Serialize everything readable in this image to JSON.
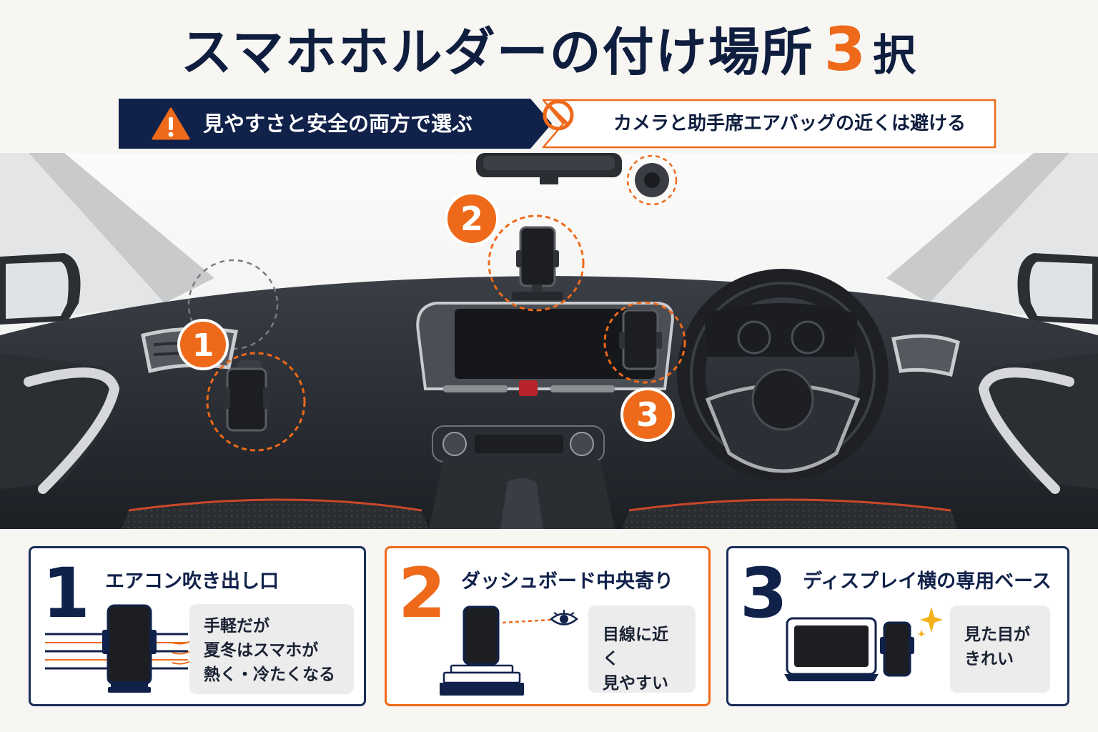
{
  "title": {
    "main": "スマホホルダーの付け場所",
    "number": "3",
    "suffix": "択"
  },
  "banner": {
    "left_text": "見やすさと安全の両方で選ぶ",
    "right_text": "カメラと助手席エアバッグの近くは避ける"
  },
  "markers": [
    "1",
    "2",
    "3"
  ],
  "cards": [
    {
      "number": "1",
      "title": "エアコン吹き出し口",
      "note_lines": [
        "手軽だが",
        "夏冬はスマホが",
        "熱く・冷たくなる"
      ]
    },
    {
      "number": "2",
      "title": "ダッシュボード中央寄り",
      "note_lines": [
        "目線に近く",
        "見やすい"
      ]
    },
    {
      "number": "3",
      "title": "ディスプレイ横の専用ベース",
      "note_lines": [
        "見た目が",
        "きれい"
      ]
    }
  ],
  "colors": {
    "navy": "#10214a",
    "orange": "#ee6a1a",
    "background": "#f7f6f2"
  },
  "icons": [
    "warning-icon",
    "prohibited-icon",
    "eye-icon",
    "sparkle-icon"
  ]
}
